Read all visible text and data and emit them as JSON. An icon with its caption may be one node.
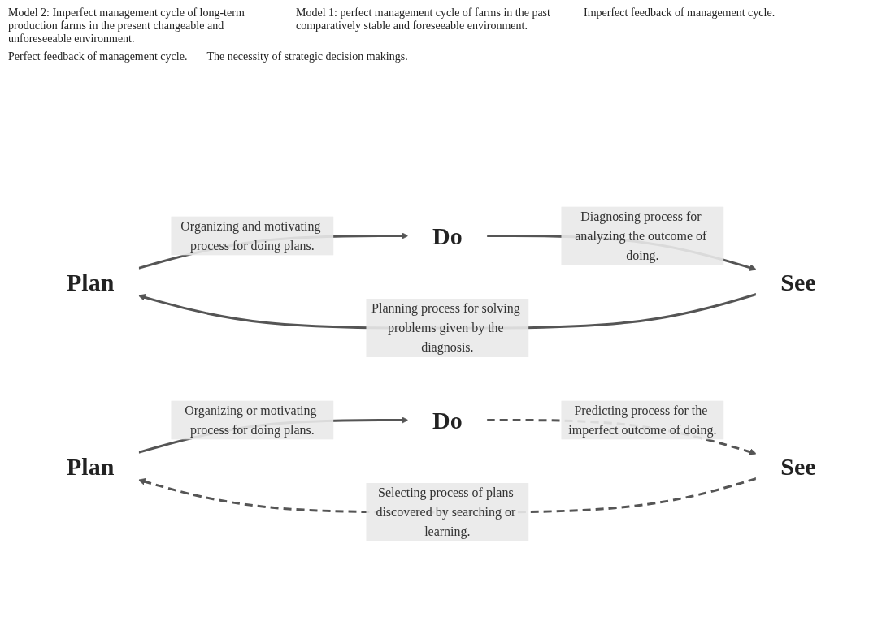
{
  "diagram": {
    "nodes": [
      {
        "text": [
          "Plan"
        ]
      },
      {
        "text": [
          "Do"
        ]
      },
      {
        "text": [
          "See"
        ]
      },
      {
        "text": [
          "Plan"
        ]
      },
      {
        "text": [
          "Do"
        ]
      },
      {
        "text": [
          "See"
        ]
      }
    ],
    "edges": [
      {
        "from": 0,
        "to": 1,
        "arrow": "to",
        "label": "Organizing and motivating process for doing plans."
      },
      {
        "from": 1,
        "to": 2,
        "arrow": "to",
        "label": "Diagnosing process for analyzing the outcome of doing."
      },
      {
        "from": 2,
        "to": 0,
        "arrow": "to",
        "label": "Planning process for solving problems given by the diagnosis."
      },
      {
        "from": 3,
        "to": 4,
        "arrow": "to",
        "label": "Organizing or motivating process for doing plans."
      },
      {
        "from": 4,
        "to": 5,
        "arrow": "to",
        "label": "Predicting process for the imperfect outcome of doing.",
        "style": "dashed"
      },
      {
        "from": 5,
        "to": 3,
        "arrow": "to",
        "label": "Selecting process of plans discovered by searching or learning.",
        "style": "dashed"
      }
    ],
    "labels": [
      "Model 2: Imperfect management cycle of long-term production farms in the present changeable and unforeseeable environment.",
      "Model 1: perfect management cycle of farms in the past comparatively stable and foreseeable environment.",
      "Imperfect feedback of management cycle.",
      "Perfect feedback of management cycle.",
      "The necessity of strategic decision makings."
    ]
  }
}
